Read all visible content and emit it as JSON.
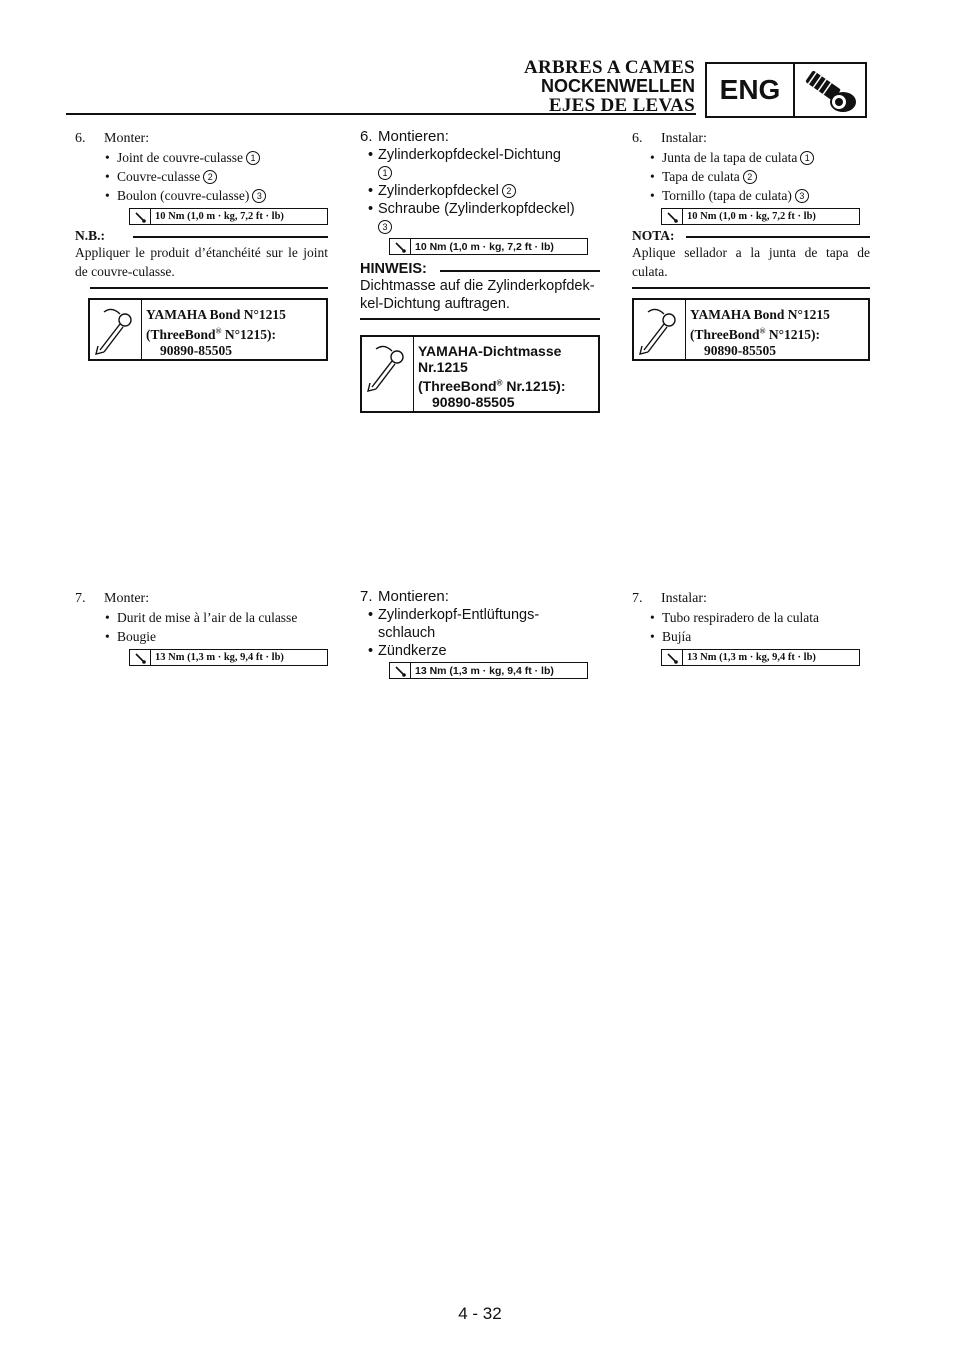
{
  "header": {
    "title_fr": "ARBRES A CAMES",
    "title_de": "NOCKENWELLEN",
    "title_es": "EJES DE LEVAS",
    "section_badge": "ENG",
    "section_icon": "engine-camshaft-icon"
  },
  "fr": {
    "step6": {
      "num": "6.",
      "title": "Monter:",
      "items": [
        {
          "text": "Joint de couvre-culasse",
          "ref": "1"
        },
        {
          "text": "Couvre-culasse",
          "ref": "2"
        },
        {
          "text": "Boulon (couvre-culasse)",
          "ref": "3"
        }
      ],
      "torque": "10 Nm (1,0 m · kg, 7,2 ft · lb)"
    },
    "note": {
      "label": "N.B.:",
      "text": "Appliquer le produit d’étanchéité sur le joint de couvre-culasse."
    },
    "sealant": {
      "line1": "YAMAHA Bond N°1215",
      "line2_pre": "(ThreeBond",
      "line2_post": " N°1215):",
      "code": "90890-85505"
    },
    "step7": {
      "num": "7.",
      "title": "Monter:",
      "items": [
        {
          "text": "Durit de mise à l’air de la culasse"
        },
        {
          "text": "Bougie"
        }
      ],
      "torque": "13 Nm (1,3 m · kg, 9,4 ft · lb)"
    }
  },
  "de": {
    "step6": {
      "num": "6.",
      "title": "Montieren:",
      "items": [
        {
          "text": "Zylinderkopfdeckel-Dichtung",
          "ref": "1"
        },
        {
          "text": "Zylinderkopfdeckel",
          "ref": "2"
        },
        {
          "text": "Schraube (Zylinderkopfdeckel)",
          "ref": "3"
        }
      ],
      "torque": "10 Nm (1,0 m · kg, 7,2 ft · lb)"
    },
    "note": {
      "label": "HINWEIS:",
      "text": "Dichtmasse auf die Zylinderkopfdek-kel-Dichtung auftragen."
    },
    "sealant": {
      "line1": "YAMAHA-Dichtmasse",
      "line1b": "Nr.1215",
      "line2_pre": "(ThreeBond",
      "line2_post": " Nr.1215):",
      "code": "90890-85505"
    },
    "step7": {
      "num": "7.",
      "title": "Montieren:",
      "items": [
        {
          "text": "Zylinderkopf-Entlüftungs-schlauch"
        },
        {
          "text": "Zündkerze"
        }
      ],
      "torque": "13 Nm (1,3 m · kg, 9,4 ft · lb)"
    }
  },
  "es": {
    "step6": {
      "num": "6.",
      "title": "Instalar:",
      "items": [
        {
          "text": "Junta de la tapa de culata",
          "ref": "1"
        },
        {
          "text": "Tapa de culata",
          "ref": "2"
        },
        {
          "text": "Tornillo (tapa de culata)",
          "ref": "3"
        }
      ],
      "torque": "10 Nm (1,0 m · kg, 7,2 ft · lb)"
    },
    "note": {
      "label": "NOTA:",
      "text": "Aplique sellador a la junta de tapa de culata."
    },
    "sealant": {
      "line1": "YAMAHA Bond N°1215",
      "line2_pre": "(ThreeBond",
      "line2_post": " N°1215):",
      "code": "90890-85505"
    },
    "step7": {
      "num": "7.",
      "title": "Instalar:",
      "items": [
        {
          "text": "Tubo respiradero de la culata"
        },
        {
          "text": "Bujía"
        }
      ],
      "torque": "13 Nm (1,3 m · kg, 9,4 ft · lb)"
    }
  },
  "footer": {
    "page_number": "4 - 32"
  }
}
